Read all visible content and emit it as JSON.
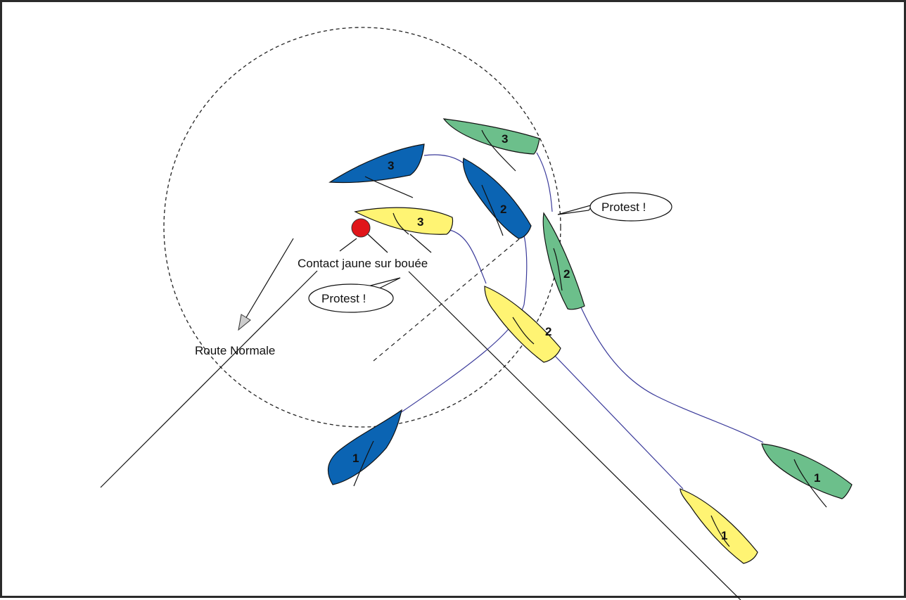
{
  "colors": {
    "blue": "#0b64b3",
    "yellow": "#fff473",
    "green": "#6cbf8b",
    "buoy": "#e0161a",
    "track": "#3a3a9a"
  },
  "labels": {
    "contact": "Contact jaune sur bouée",
    "route": "Route Normale",
    "protest": "Protest !"
  },
  "boat_numbers": {
    "one": "1",
    "two": "2",
    "three": "3"
  },
  "icons": [
    "buoy-icon",
    "arrow-icon"
  ]
}
